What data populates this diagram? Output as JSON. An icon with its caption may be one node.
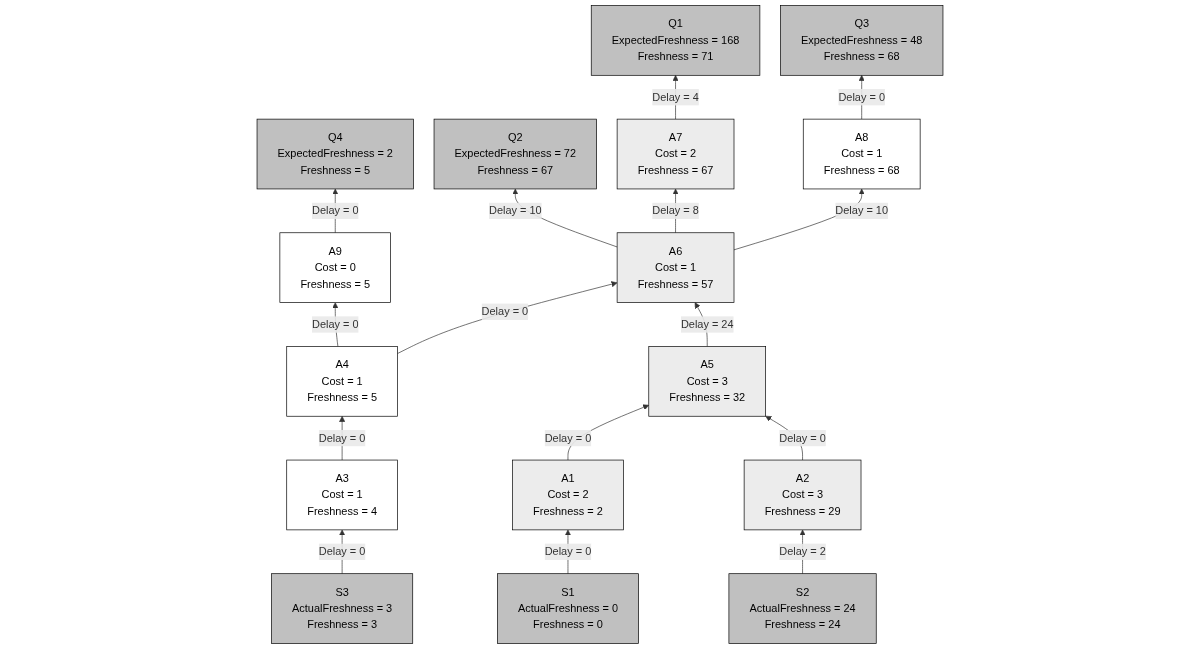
{
  "diagram": {
    "nodes": [
      {
        "text": [
          "Q1",
          "ExpectedFreshness = 168",
          "Freshness = 71"
        ]
      },
      {
        "text": [
          "Q2",
          "ExpectedFreshness = 72",
          "Freshness = 67"
        ]
      },
      {
        "text": [
          "Q3",
          "ExpectedFreshness = 48",
          "Freshness = 68"
        ]
      },
      {
        "text": [
          "Q4",
          "ExpectedFreshness = 2",
          "Freshness = 5"
        ]
      },
      {
        "text": [
          "A7",
          "Cost = 2",
          "Freshness = 67"
        ]
      },
      {
        "text": [
          "A6",
          "Cost = 1",
          "Freshness = 57"
        ]
      },
      {
        "text": [
          "A8",
          "Cost = 1",
          "Freshness = 68"
        ]
      },
      {
        "text": [
          "A9",
          "Cost = 0",
          "Freshness = 5"
        ]
      },
      {
        "text": [
          "A4",
          "Cost = 1",
          "Freshness = 5"
        ]
      },
      {
        "text": [
          "A5",
          "Cost = 3",
          "Freshness = 32"
        ]
      },
      {
        "text": [
          "A1",
          "Cost = 2",
          "Freshness = 2"
        ]
      },
      {
        "text": [
          "A2",
          "Cost = 3",
          "Freshness = 29"
        ]
      },
      {
        "text": [
          "A3",
          "Cost = 1",
          "Freshness = 4"
        ]
      },
      {
        "text": [
          "S1",
          "ActualFreshness = 0",
          "Freshness = 0"
        ]
      },
      {
        "text": [
          "S2",
          "ActualFreshness = 24",
          "Freshness = 24"
        ]
      },
      {
        "text": [
          "S3",
          "ActualFreshness = 3",
          "Freshness = 3"
        ]
      }
    ],
    "edges": [
      {
        "from": 4,
        "to": 0,
        "arrow": "to",
        "label": "Delay = 4"
      },
      {
        "from": 5,
        "to": 1,
        "arrow": "to",
        "label": "Delay = 10"
      },
      {
        "from": 6,
        "to": 2,
        "arrow": "to",
        "label": "Delay = 0"
      },
      {
        "from": 7,
        "to": 3,
        "arrow": "to",
        "label": "Delay = 0"
      },
      {
        "from": 5,
        "to": 4,
        "arrow": "to",
        "label": "Delay = 8"
      },
      {
        "from": 5,
        "to": 6,
        "arrow": "to",
        "label": "Delay = 10"
      },
      {
        "from": 8,
        "to": 7,
        "arrow": "to",
        "label": "Delay = 0"
      },
      {
        "from": 8,
        "to": 5,
        "arrow": "to",
        "label": "Delay = 0"
      },
      {
        "from": 9,
        "to": 5,
        "arrow": "to",
        "label": "Delay = 24"
      },
      {
        "from": 12,
        "to": 8,
        "arrow": "to",
        "label": "Delay = 0"
      },
      {
        "from": 10,
        "to": 9,
        "arrow": "to",
        "label": "Delay = 0"
      },
      {
        "from": 11,
        "to": 9,
        "arrow": "to",
        "label": "Delay = 0"
      },
      {
        "from": 13,
        "to": 10,
        "arrow": "to",
        "label": "Delay = 0"
      },
      {
        "from": 14,
        "to": 11,
        "arrow": "to",
        "label": "Delay = 2"
      },
      {
        "from": 15,
        "to": 12,
        "arrow": "to",
        "label": "Delay = 0"
      }
    ]
  }
}
